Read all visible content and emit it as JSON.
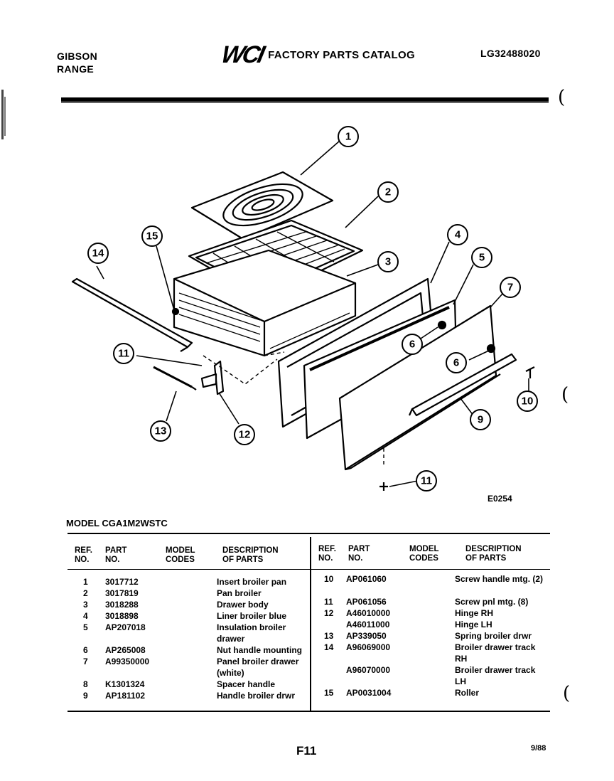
{
  "header": {
    "brand_line1": "GIBSON",
    "brand_line2": "RANGE",
    "logo_text": "WCI",
    "catalog_title": "FACTORY PARTS CATALOG",
    "doc_code": "LG32488020"
  },
  "diagram": {
    "drawing_id": "E0254",
    "callouts": [
      "1",
      "2",
      "3",
      "4",
      "5",
      "6",
      "6",
      "7",
      "9",
      "10",
      "11",
      "11",
      "12",
      "13",
      "14",
      "15"
    ]
  },
  "model_title": "MODEL CGA1M2WSTC",
  "table": {
    "headers": {
      "ref_1": "REF.",
      "ref_2": "NO.",
      "part_1": "PART",
      "part_2": "NO.",
      "model_1": "MODEL",
      "model_2": "CODES",
      "desc_1": "DESCRIPTION",
      "desc_2": "OF PARTS"
    },
    "left_rows": [
      {
        "ref": "1",
        "part": "3017712",
        "desc": "Insert broiler pan"
      },
      {
        "ref": "2",
        "part": "3017819",
        "desc": "Pan broiler"
      },
      {
        "ref": "3",
        "part": "3018288",
        "desc": "Drawer body"
      },
      {
        "ref": "4",
        "part": "3018898",
        "desc": "Liner broiler blue"
      },
      {
        "ref": "5",
        "part": "AP207018",
        "desc": "Insulation broiler drawer"
      },
      {
        "ref": "6",
        "part": "AP265008",
        "desc": "Nut handle mounting"
      },
      {
        "ref": "7",
        "part": "A99350000",
        "desc": "Panel broiler drawer (white)"
      },
      {
        "ref": "8",
        "part": "K1301324",
        "desc": "Spacer handle"
      },
      {
        "ref": "9",
        "part": "AP181102",
        "desc": "Handle broiler drwr"
      }
    ],
    "right_rows": [
      {
        "ref": "10",
        "part": "AP061060",
        "desc": "Screw handle mtg. (2)"
      },
      {
        "ref": "11",
        "part": "AP061056",
        "desc": "Screw pnl mtg. (8)"
      },
      {
        "ref": "12",
        "part": "A46010000",
        "desc": "Hinge RH"
      },
      {
        "ref": "",
        "part": "A46011000",
        "desc": "Hinge LH"
      },
      {
        "ref": "13",
        "part": "AP339050",
        "desc": "Spring broiler drwr"
      },
      {
        "ref": "14",
        "part": "A96069000",
        "desc": "Broiler drawer track RH"
      },
      {
        "ref": "",
        "part": "A96070000",
        "desc": "Broiler drawer track LH"
      },
      {
        "ref": "15",
        "part": "AP0031004",
        "desc": "Roller"
      }
    ]
  },
  "footer": {
    "page": "F11",
    "date": "9/88"
  },
  "margin": {
    "paren_1": "(",
    "paren_2": "(",
    "paren_3": "("
  }
}
